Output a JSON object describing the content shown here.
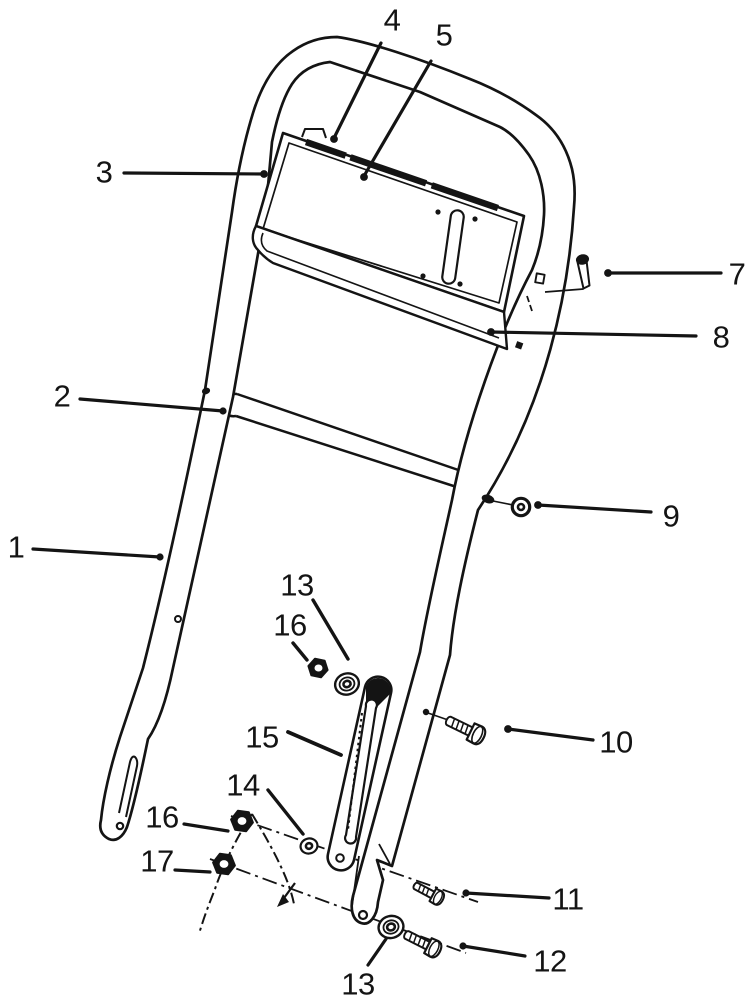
{
  "canvas": {
    "background": "#ffffff",
    "ink": "#141414"
  },
  "callouts": [
    {
      "label": "1"
    },
    {
      "label": "2"
    },
    {
      "label": "3"
    },
    {
      "label": "4"
    },
    {
      "label": "5"
    },
    {
      "label": "7"
    },
    {
      "label": "8"
    },
    {
      "label": "9"
    },
    {
      "label": "10"
    },
    {
      "label": "11"
    },
    {
      "label": "12"
    },
    {
      "label": "13"
    },
    {
      "label": "13"
    },
    {
      "label": "14"
    },
    {
      "label": "15"
    },
    {
      "label": "16"
    },
    {
      "label": "16"
    },
    {
      "label": "17"
    }
  ]
}
